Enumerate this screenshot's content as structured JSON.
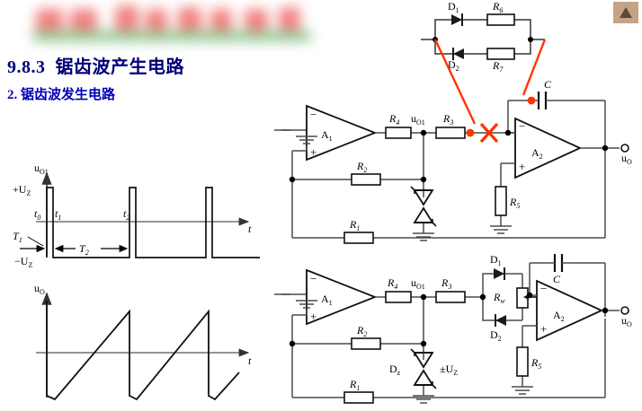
{
  "page": {
    "heading_number": "9.8.3",
    "heading_title": "锯齿波产生电路",
    "subheading": "2. 锯齿波发生电路",
    "banner_text_blurred": "",
    "scroll_up_icon": "triangle-up-icon",
    "colors": {
      "heading_primary": "#00007a",
      "heading_secondary": "#0000b4",
      "annotation_red": "#ff3300",
      "wire": "#3a3a3a",
      "banner_pink": "#f06a6a",
      "banner_green": "#7fbf7f",
      "scroll_button": "#c4a484"
    }
  },
  "waveform_chart": {
    "title": "",
    "plots": [
      {
        "name": "square-wave-plot",
        "ylabel": "u",
        "ylabel_sub": "O1",
        "xlabel": "t",
        "level_labels": [
          {
            "text": "+U",
            "sub": "Z"
          },
          {
            "text": "−U",
            "sub": "Z"
          }
        ],
        "time_marks": [
          {
            "text": "t",
            "sub": "0"
          },
          {
            "text": "t",
            "sub": "1"
          },
          {
            "text": "t",
            "sub": "2"
          }
        ],
        "period_labels": [
          {
            "text": "T",
            "sub": "1"
          },
          {
            "text": "T",
            "sub": "2"
          }
        ]
      },
      {
        "name": "sawtooth-wave-plot",
        "ylabel": "u",
        "ylabel_sub": "O",
        "xlabel": "t",
        "level_labels": [],
        "time_marks": [],
        "period_labels": []
      }
    ]
  },
  "chart_data": {
    "type": "line",
    "title": "锯齿波发生电路波形图",
    "xlabel": "t",
    "subplots": [
      {
        "name": "u_O1",
        "ylabel": "u_O1",
        "type": "line",
        "description": "narrow positive pulses at +U_Z separated by long intervals at -U_Z",
        "ylim": [
          -1,
          1
        ],
        "ytick_labels": [
          "+U_Z",
          "-U_Z"
        ],
        "ytick_values": [
          1,
          -1
        ],
        "xtick_labels": [
          "t_0",
          "t_1",
          "t_2"
        ],
        "xtick_values": [
          0,
          0.06,
          1.0
        ],
        "x": [
          0,
          0,
          0.06,
          0.06,
          1.0,
          1.0,
          1.06,
          1.06,
          2.0,
          2.0,
          2.06,
          2.06,
          2.6
        ],
        "y": [
          -1,
          1,
          1,
          -1,
          -1,
          1,
          1,
          -1,
          -1,
          1,
          1,
          -1,
          -1
        ],
        "annotations": [
          {
            "label": "T_1",
            "span": [
              0,
              0.06
            ]
          },
          {
            "label": "T_2",
            "span": [
              0.06,
              1.0
            ]
          }
        ]
      },
      {
        "name": "u_O",
        "ylabel": "u_O",
        "type": "line",
        "description": "sawtooth: rapid fall from peak to trough then slow linear rise",
        "ylim": [
          -1,
          1
        ],
        "x": [
          0,
          0.06,
          1.0,
          1.06,
          2.0,
          2.06,
          2.6
        ],
        "y": [
          1,
          -1,
          1,
          -1,
          1,
          -1,
          -0.05
        ]
      }
    ]
  },
  "circuit_inset": {
    "name": "diode-resistor-insert",
    "components": [
      {
        "id": "D1",
        "text": "D",
        "sub": "1",
        "type": "diode",
        "direction": "right"
      },
      {
        "id": "R6",
        "text": "R",
        "sub": "6",
        "type": "resistor"
      },
      {
        "id": "D2",
        "text": "D",
        "sub": "2",
        "type": "diode",
        "direction": "left"
      },
      {
        "id": "R7",
        "text": "R",
        "sub": "7",
        "type": "resistor"
      }
    ],
    "annotation": "red leader lines to insertion point"
  },
  "circuit_top": {
    "name": "sawtooth-circuit-incomplete",
    "opamps": [
      {
        "id": "A1",
        "text": "A",
        "sub": "1",
        "minus": "−",
        "plus": "+"
      },
      {
        "id": "A2",
        "text": "A",
        "sub": "2",
        "minus": "−",
        "plus": "+"
      }
    ],
    "components": [
      {
        "id": "R1",
        "text": "R",
        "sub": "1"
      },
      {
        "id": "R2",
        "text": "R",
        "sub": "2"
      },
      {
        "id": "R3",
        "text": "R",
        "sub": "3"
      },
      {
        "id": "R4",
        "text": "R",
        "sub": "4"
      },
      {
        "id": "R5",
        "text": "R",
        "sub": "5"
      },
      {
        "id": "C",
        "text": "C",
        "sub": ""
      },
      {
        "id": "DZ",
        "text": "",
        "sub": "",
        "type": "zener-pair"
      }
    ],
    "nodes": [
      {
        "id": "uO1",
        "text": "u",
        "sub": "O1"
      },
      {
        "id": "uO",
        "text": "u",
        "sub": "O"
      }
    ],
    "marks": [
      {
        "type": "x-mark",
        "color": "#ff3300",
        "meaning": "wire-break-insert-here"
      }
    ]
  },
  "circuit_bottom": {
    "name": "sawtooth-circuit-complete",
    "opamps": [
      {
        "id": "A1",
        "text": "A",
        "sub": "1",
        "minus": "−",
        "plus": "+"
      },
      {
        "id": "A2",
        "text": "A",
        "sub": "2",
        "minus": "−",
        "plus": "+"
      }
    ],
    "components": [
      {
        "id": "R1",
        "text": "R",
        "sub": "1"
      },
      {
        "id": "R2",
        "text": "R",
        "sub": "2"
      },
      {
        "id": "R3",
        "text": "R",
        "sub": "3"
      },
      {
        "id": "R4",
        "text": "R",
        "sub": "4"
      },
      {
        "id": "R5",
        "text": "R",
        "sub": "5"
      },
      {
        "id": "RW",
        "text": "R",
        "sub": "w",
        "type": "potentiometer"
      },
      {
        "id": "C",
        "text": "C",
        "sub": ""
      },
      {
        "id": "D1",
        "text": "D",
        "sub": "1"
      },
      {
        "id": "D2",
        "text": "D",
        "sub": "2"
      },
      {
        "id": "DZ",
        "text": "D",
        "sub": "z"
      }
    ],
    "nodes": [
      {
        "id": "uO1",
        "text": "u",
        "sub": "O1"
      },
      {
        "id": "uO",
        "text": "u",
        "sub": "O"
      }
    ],
    "labels": [
      {
        "id": "UZ",
        "text": "±U",
        "sub": "Z"
      }
    ]
  }
}
